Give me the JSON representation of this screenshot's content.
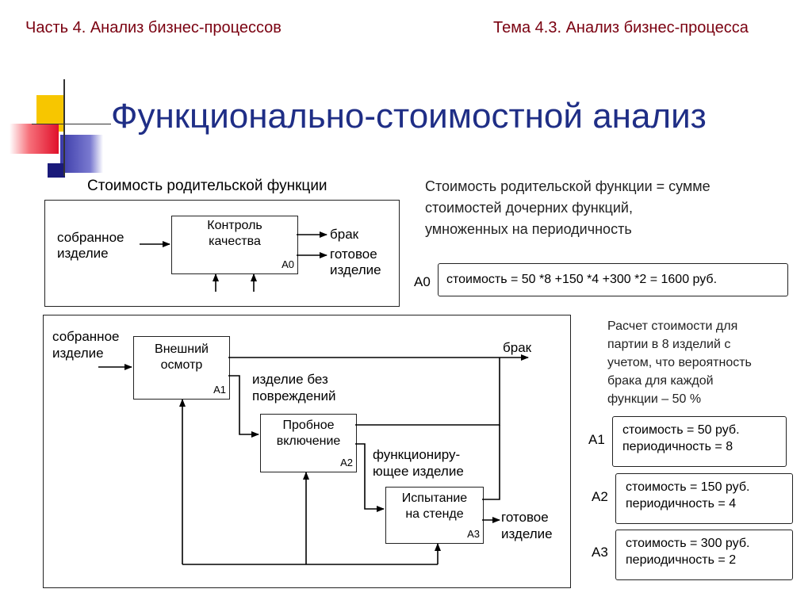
{
  "header": {
    "part": "Часть 4. Анализ бизнес-процессов",
    "topic": "Тема 4.3. Анализ бизнес-процесса"
  },
  "title": "Функционально-стоимостной анализ",
  "parent": {
    "heading": "Стоимость родительской функции",
    "box": {
      "line1": "Контроль",
      "line2": "качества",
      "code": "А0"
    },
    "input": [
      "собранное",
      "изделие"
    ],
    "out1": "брак",
    "out2": [
      "готовое",
      "изделие"
    ]
  },
  "rule": {
    "lines": [
      "Стоимость родительской функции = сумме",
      "стоимостей дочерних функций,",
      "умноженных на периодичность"
    ],
    "code": "А0",
    "formula": "стоимость = 50 *8 +150 *4 +300 *2 = 1600 руб."
  },
  "child": {
    "input": [
      "собранное",
      "изделие"
    ],
    "a1": {
      "line1": "Внешний",
      "line2": "осмотр",
      "code": "А1"
    },
    "a2": {
      "line1": "Пробное",
      "line2": "включение",
      "code": "А2"
    },
    "a3": {
      "line1": "Испытание",
      "line2": "на стенде",
      "code": "А3"
    },
    "brak": "брак",
    "l1": [
      "изделие без",
      "повреждений"
    ],
    "l2": [
      "функциониру-",
      "ющее изделие"
    ],
    "out": [
      "готовое",
      "изделие"
    ]
  },
  "note": [
    "Расчет стоимости для",
    "партии в 8 изделий с",
    "учетом, что вероятность",
    "брака для каждой",
    "функции – 50 %"
  ],
  "costs": [
    {
      "code": "А1",
      "cost": "стоимость = 50 руб.",
      "period": "периодичность = 8"
    },
    {
      "code": "А2",
      "cost": "стоимость = 150 руб.",
      "period": "периодичность = 4"
    },
    {
      "code": "А3",
      "cost": "стоимость = 300 руб.",
      "period": "периодичность = 2"
    }
  ],
  "colors": {
    "title": "#1f2e86",
    "header": "#7a0010"
  }
}
